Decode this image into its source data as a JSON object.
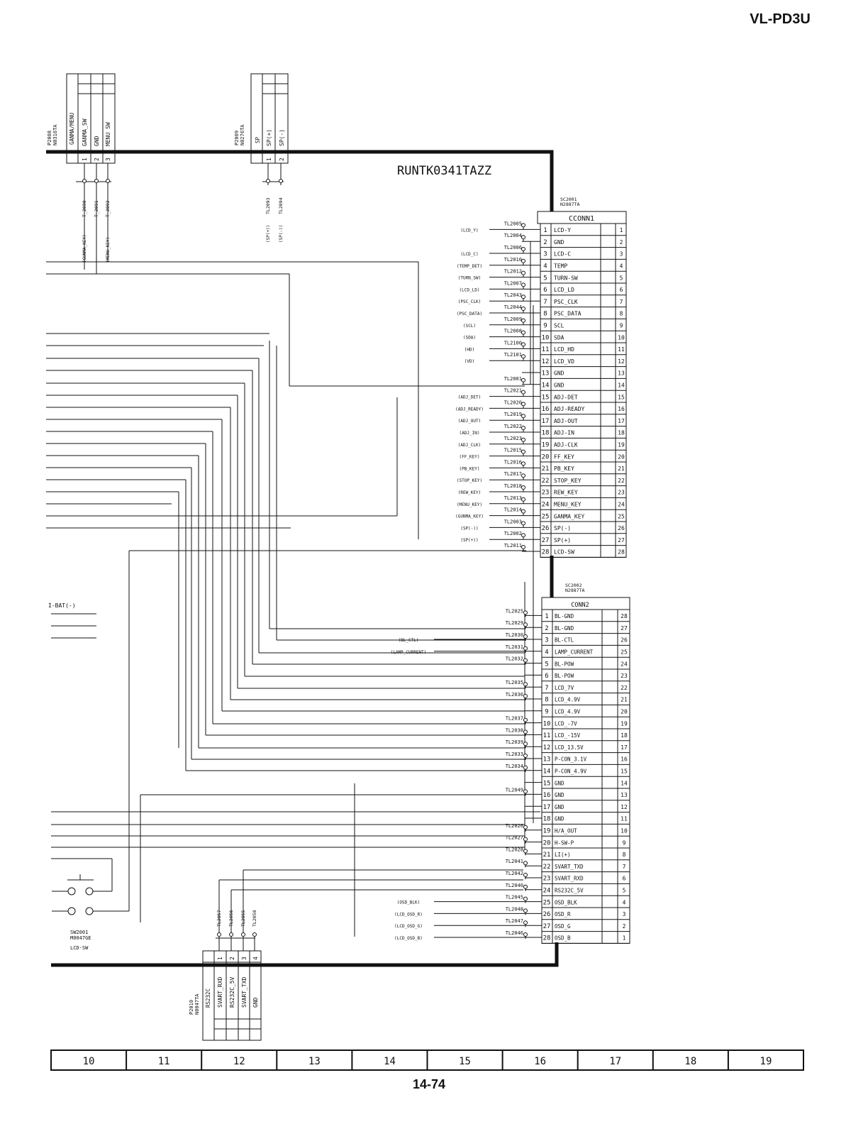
{
  "header": {
    "model": "VL-PD3U"
  },
  "board": {
    "name": "RUNTK0341TAZZ"
  },
  "footer": {
    "page": "14-74",
    "grid_columns": [
      "10",
      "11",
      "12",
      "13",
      "14",
      "15",
      "16",
      "17",
      "18",
      "19"
    ]
  },
  "switch": {
    "ref": "SW2001",
    "part": "M0047GE",
    "label": "LCD-SW"
  },
  "battery_label": "I-BAT(-)",
  "p2008": {
    "ref": "P2008",
    "part": "N0316TA",
    "pins": [
      {
        "num": "1",
        "name": "GANMA_SW",
        "tp": "T_2090",
        "net": "(GUNMA_KEY)"
      },
      {
        "num": "2",
        "name": "GND",
        "tp": "T_2091",
        "net": ""
      },
      {
        "num": "3",
        "name": "MENU SW",
        "tp": "T_2092",
        "net": "(MENU_KEY)"
      }
    ],
    "title": "GANMA/MENU"
  },
  "p2009": {
    "ref": "P2009",
    "part": "N0276TA",
    "title": "SP",
    "pins": [
      {
        "num": "1",
        "name": "SP(+)",
        "tp": "TL2093",
        "net": "(SP(+))"
      },
      {
        "num": "2",
        "name": "SP(-)",
        "tp": "TL2094",
        "net": "(SP(-))"
      }
    ]
  },
  "p2010": {
    "ref": "P2010",
    "part": "N0047TA",
    "title": "RS232C",
    "pins": [
      {
        "num": "1",
        "name": "SVART_RXD",
        "tp": "TL2057"
      },
      {
        "num": "2",
        "name": "RS232C_5V",
        "tp": "TL2056"
      },
      {
        "num": "3",
        "name": "SVART_TXD",
        "tp": "TL2055"
      },
      {
        "num": "4",
        "name": "GND",
        "tp": "TL2058"
      }
    ]
  },
  "sc2001": {
    "ref": "SC2001",
    "part": "N2887TA",
    "title": "CCONN1",
    "pins": [
      {
        "num": "1",
        "name": "LCD-Y",
        "right": "1",
        "tp": "TL2005",
        "net": "(LCD_Y)"
      },
      {
        "num": "2",
        "name": "GND",
        "right": "2",
        "tp": "TL2004",
        "net": ""
      },
      {
        "num": "3",
        "name": "LCD-C",
        "right": "3",
        "tp": "TL2006",
        "net": "(LCD_C)"
      },
      {
        "num": "4",
        "name": "TEMP",
        "right": "4",
        "tp": "TL2010",
        "net": "(TEMP_DET)"
      },
      {
        "num": "5",
        "name": "TURN-SW",
        "right": "5",
        "tp": "TL2012",
        "net": "(TURN_SW)"
      },
      {
        "num": "6",
        "name": "LCD_LD",
        "right": "6",
        "tp": "TL2007",
        "net": "(LCD_LD)"
      },
      {
        "num": "7",
        "name": "PSC_CLK",
        "right": "7",
        "tp": "TL2043",
        "net": "(PSC_CLK)"
      },
      {
        "num": "8",
        "name": "PSC_DATA",
        "right": "8",
        "tp": "TL2044",
        "net": "(PSC_DATA)"
      },
      {
        "num": "9",
        "name": "SCL",
        "right": "9",
        "tp": "TL2009",
        "net": "(SCL)"
      },
      {
        "num": "10",
        "name": "SDA",
        "right": "10",
        "tp": "TL2008",
        "net": "(SDA)"
      },
      {
        "num": "11",
        "name": "LCD_HD",
        "right": "11",
        "tp": "TL2100",
        "net": "(HD)"
      },
      {
        "num": "12",
        "name": "LCD_VD",
        "right": "12",
        "tp": "TL2101",
        "net": "(VD)"
      },
      {
        "num": "13",
        "name": "GND",
        "right": "13",
        "tp": "",
        "net": ""
      },
      {
        "num": "14",
        "name": "GND",
        "right": "14",
        "tp": "TL2001",
        "net": ""
      },
      {
        "num": "15",
        "name": "ADJ-DET",
        "right": "15",
        "tp": "TL2021",
        "net": "(ADJ_DET)"
      },
      {
        "num": "16",
        "name": "ADJ-READY",
        "right": "16",
        "tp": "TL2020",
        "net": "(ADJ_READY)"
      },
      {
        "num": "17",
        "name": "ADJ-OUT",
        "right": "17",
        "tp": "TL2019",
        "net": "(ADJ_OUT)"
      },
      {
        "num": "18",
        "name": "ADJ-IN",
        "right": "18",
        "tp": "TL2022",
        "net": "(ADJ_IN)"
      },
      {
        "num": "19",
        "name": "ADJ-CLK",
        "right": "19",
        "tp": "TL2023",
        "net": "(ADJ_CLK)"
      },
      {
        "num": "20",
        "name": "FF_KEY",
        "right": "20",
        "tp": "TL2015",
        "net": "(FF_KEY)"
      },
      {
        "num": "21",
        "name": "PB_KEY",
        "right": "21",
        "tp": "TL2016",
        "net": "(PB_KEY)"
      },
      {
        "num": "22",
        "name": "STOP_KEY",
        "right": "22",
        "tp": "TL2017",
        "net": "(STOP_KEY)"
      },
      {
        "num": "23",
        "name": "REW_KEY",
        "right": "23",
        "tp": "TL2018",
        "net": "(REW_KEY)"
      },
      {
        "num": "24",
        "name": "MENU_KEY",
        "right": "24",
        "tp": "TL2013",
        "net": "(MENU_KEY)"
      },
      {
        "num": "25",
        "name": "GANMA_KEY",
        "right": "25",
        "tp": "TL2014",
        "net": "(GUNMA_KEY)"
      },
      {
        "num": "26",
        "name": "SP(-)",
        "right": "26",
        "tp": "TL2003",
        "net": "(SP(-))"
      },
      {
        "num": "27",
        "name": "SP(+)",
        "right": "27",
        "tp": "TL2002",
        "net": "(SP(+))"
      },
      {
        "num": "28",
        "name": "LCD-SW",
        "right": "28",
        "tp": "TL2011",
        "net": ""
      }
    ]
  },
  "sc2002": {
    "ref": "SC2002",
    "part": "N2887TA",
    "title": "CONN2",
    "pins": [
      {
        "num": "1",
        "name": "BL-GND",
        "right": "28",
        "tp": "TL2025",
        "net": ""
      },
      {
        "num": "2",
        "name": "BL-GND",
        "right": "27",
        "tp": "TL2029",
        "net": ""
      },
      {
        "num": "3",
        "name": "BL-CTL",
        "right": "26",
        "tp": "TL2030",
        "net": "(BL_CTL)"
      },
      {
        "num": "4",
        "name": "LAMP_CURRENT",
        "right": "25",
        "tp": "TL2031",
        "net": "(LAMP_CURRENT)"
      },
      {
        "num": "5",
        "name": "BL-POW",
        "right": "24",
        "tp": "TL2032",
        "net": ""
      },
      {
        "num": "6",
        "name": "BL-POW",
        "right": "23",
        "tp": "",
        "net": ""
      },
      {
        "num": "7",
        "name": "LCD_7V",
        "right": "22",
        "tp": "TL2035",
        "net": ""
      },
      {
        "num": "8",
        "name": "LCD_4.9V",
        "right": "21",
        "tp": "TL2036",
        "net": ""
      },
      {
        "num": "9",
        "name": "LCD_4.9V",
        "right": "20",
        "tp": "",
        "net": ""
      },
      {
        "num": "10",
        "name": "LCD_-7V",
        "right": "19",
        "tp": "TL2037",
        "net": ""
      },
      {
        "num": "11",
        "name": "LCD_-15V",
        "right": "18",
        "tp": "TL2038",
        "net": ""
      },
      {
        "num": "12",
        "name": "LCD_13.5V",
        "right": "17",
        "tp": "TL2039",
        "net": ""
      },
      {
        "num": "13",
        "name": "P-CON_3.1V",
        "right": "16",
        "tp": "TL2033",
        "net": ""
      },
      {
        "num": "14",
        "name": "P-CON_4.9V",
        "right": "15",
        "tp": "TL2034",
        "net": ""
      },
      {
        "num": "15",
        "name": "GND",
        "right": "14",
        "tp": "",
        "net": ""
      },
      {
        "num": "16",
        "name": "GND",
        "right": "13",
        "tp": "TL2049",
        "net": ""
      },
      {
        "num": "17",
        "name": "GND",
        "right": "12",
        "tp": "",
        "net": ""
      },
      {
        "num": "18",
        "name": "GND",
        "right": "11",
        "tp": "",
        "net": ""
      },
      {
        "num": "19",
        "name": "H/A_OUT",
        "right": "10",
        "tp": "TL2026",
        "net": ""
      },
      {
        "num": "20",
        "name": "H-SW-P",
        "right": "9",
        "tp": "TL2027",
        "net": ""
      },
      {
        "num": "21",
        "name": "LI(+)",
        "right": "8",
        "tp": "TL2028",
        "net": ""
      },
      {
        "num": "22",
        "name": "SVART_TXD",
        "right": "7",
        "tp": "TL2041",
        "net": ""
      },
      {
        "num": "23",
        "name": "SVART_RXD",
        "right": "6",
        "tp": "TL2042",
        "net": ""
      },
      {
        "num": "24",
        "name": "RS232C_5V",
        "right": "5",
        "tp": "TL2040",
        "net": ""
      },
      {
        "num": "25",
        "name": "OSD_BLK",
        "right": "4",
        "tp": "TL2045",
        "net": "(OSD_BLK)"
      },
      {
        "num": "26",
        "name": "OSD_R",
        "right": "3",
        "tp": "TL2048",
        "net": "(LCD_OSD_R)"
      },
      {
        "num": "27",
        "name": "OSD_G",
        "right": "2",
        "tp": "TL2047",
        "net": "(LCD_OSD_G)"
      },
      {
        "num": "28",
        "name": "OSD_B",
        "right": "1",
        "tp": "TL2046",
        "net": "(LCD_OSD_B)"
      }
    ]
  }
}
